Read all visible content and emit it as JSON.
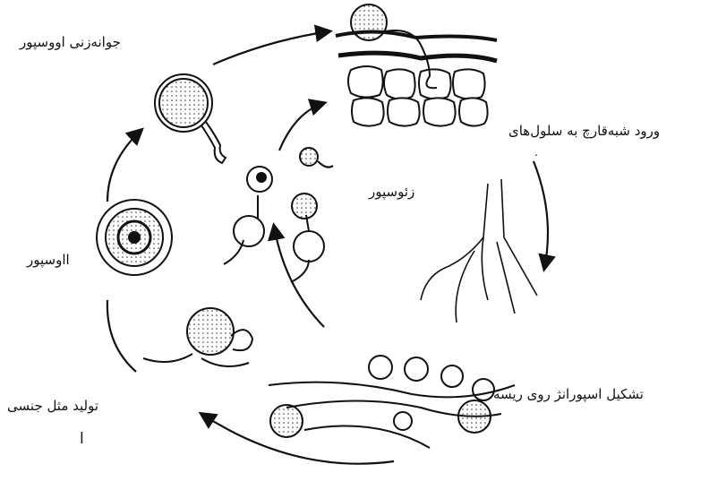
{
  "labels": {
    "oospore_germination": "جوانه‌زنی اووسپور",
    "entry_into_cells": "ورود شبه‌قارچ به سلول‌های",
    "entry_cont": ".",
    "zoospore": "زئوسپور",
    "oospore": "ااوسپور",
    "sporangium_formation": "تشکیل اسپورانژ روی ریسه",
    "sexual_reproduction": "تولید مثل جنسی",
    "marker": "ا"
  },
  "colors": {
    "ink": "#111111",
    "background": "#ffffff"
  }
}
